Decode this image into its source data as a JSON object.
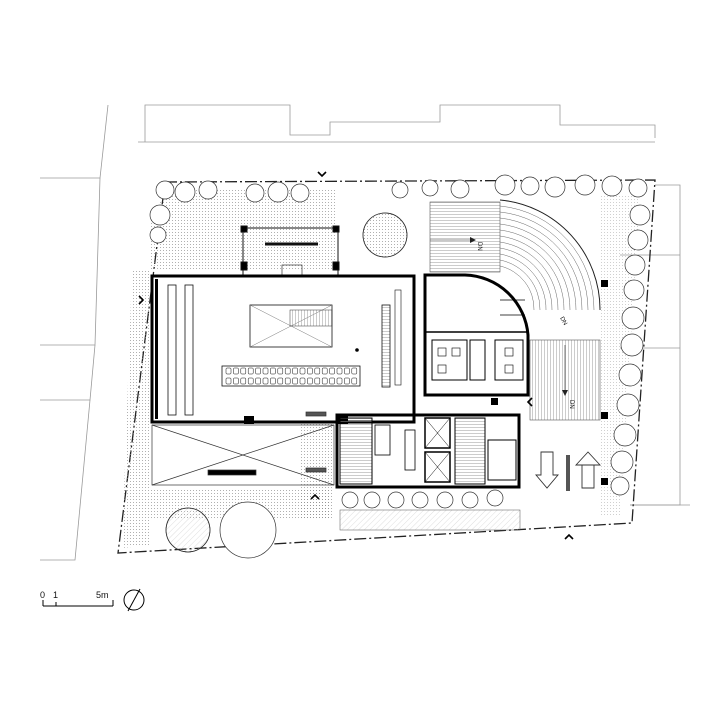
{
  "scale_bar": {
    "tick_0": "0",
    "tick_1": "1",
    "tick_5": "5m"
  },
  "stair_labels": {
    "north_steps": "DN",
    "amphitheatre": "DN",
    "east_ramp": "DN"
  },
  "icons": {
    "north_arrow": "compass-circle-icon",
    "entry_marker": "chevron-icon"
  },
  "colors": {
    "line": "#111111",
    "wall": "#000000",
    "site_line": "#222222",
    "neighbor_line": "#9a9a9a",
    "hatch": "#bdbdbd",
    "background": "#ffffff"
  }
}
